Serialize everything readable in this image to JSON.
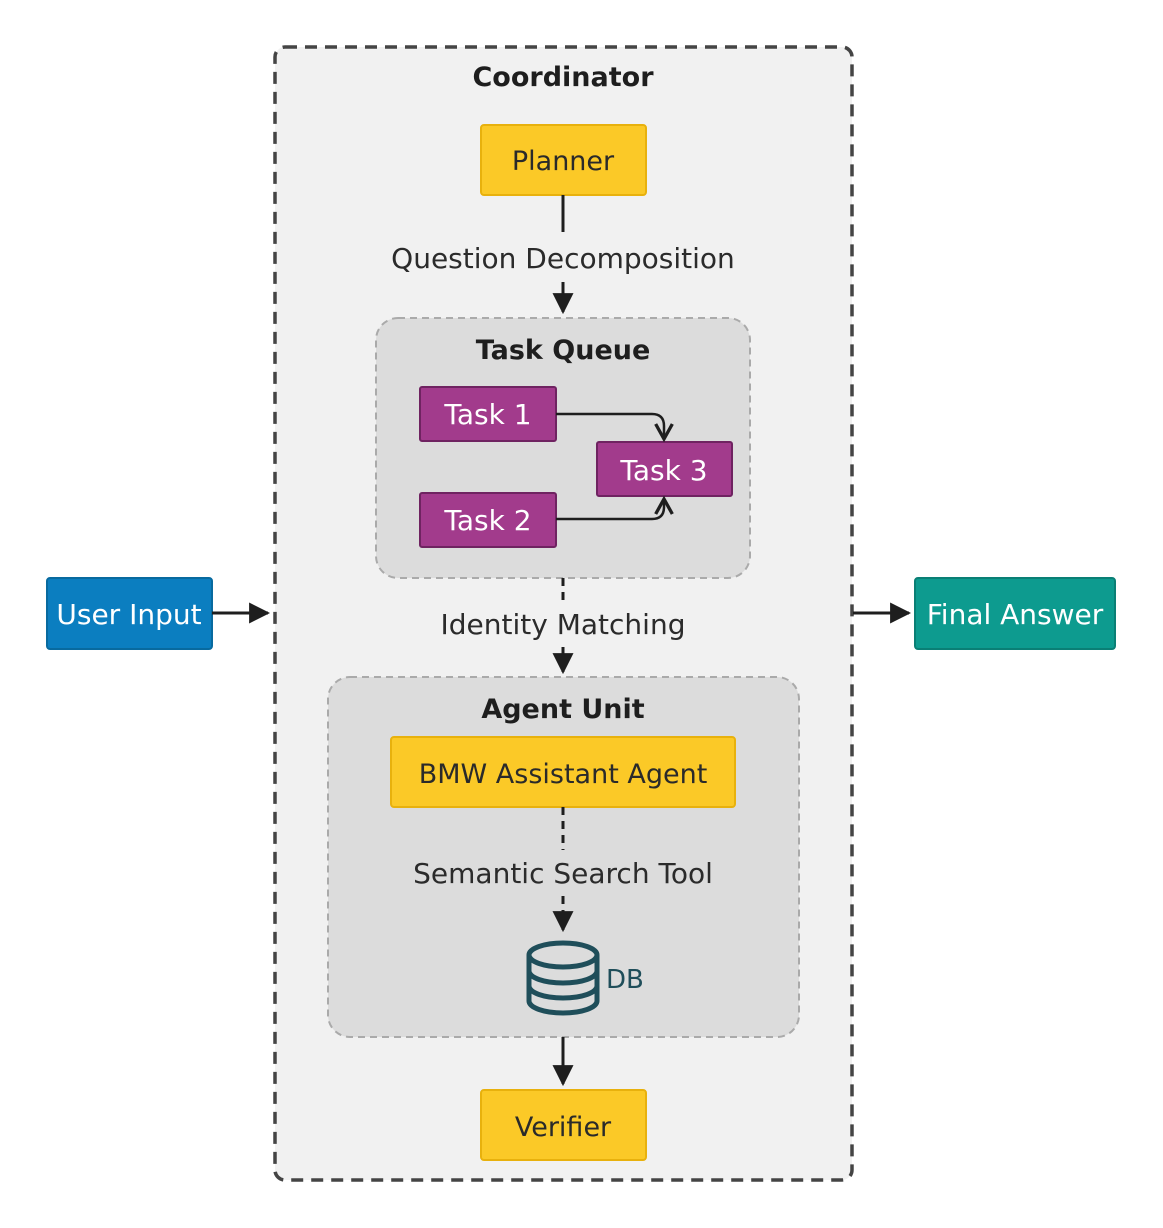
{
  "coordinator": {
    "title": "Coordinator"
  },
  "planner": {
    "label": "Planner"
  },
  "edges": {
    "question_decomposition": "Question Decomposition",
    "identity_matching": "Identity Matching",
    "semantic_search_tool": "Semantic Search Tool"
  },
  "task_queue": {
    "title": "Task Queue",
    "tasks": [
      "Task 1",
      "Task 2",
      "Task 3"
    ]
  },
  "agent_unit": {
    "title": "Agent Unit",
    "agent_label": "BMW Assistant Agent",
    "db_label": "DB"
  },
  "verifier": {
    "label": "Verifier"
  },
  "user_input": {
    "label": "User Input"
  },
  "final_answer": {
    "label": "Final Answer"
  },
  "colors": {
    "coordinator_fill": "#f1f1f1",
    "coordinator_border": "#444444",
    "group_fill": "#dcdcdc",
    "group_border": "#aaaaaa",
    "yellow": "#fbc927",
    "yellow_border": "#e8b10d",
    "purple": "#a23b8c",
    "purple_border": "#6f2361",
    "blue": "#0b7ec0",
    "teal": "#0d9b8f",
    "db_stroke": "#1f4e5a"
  }
}
